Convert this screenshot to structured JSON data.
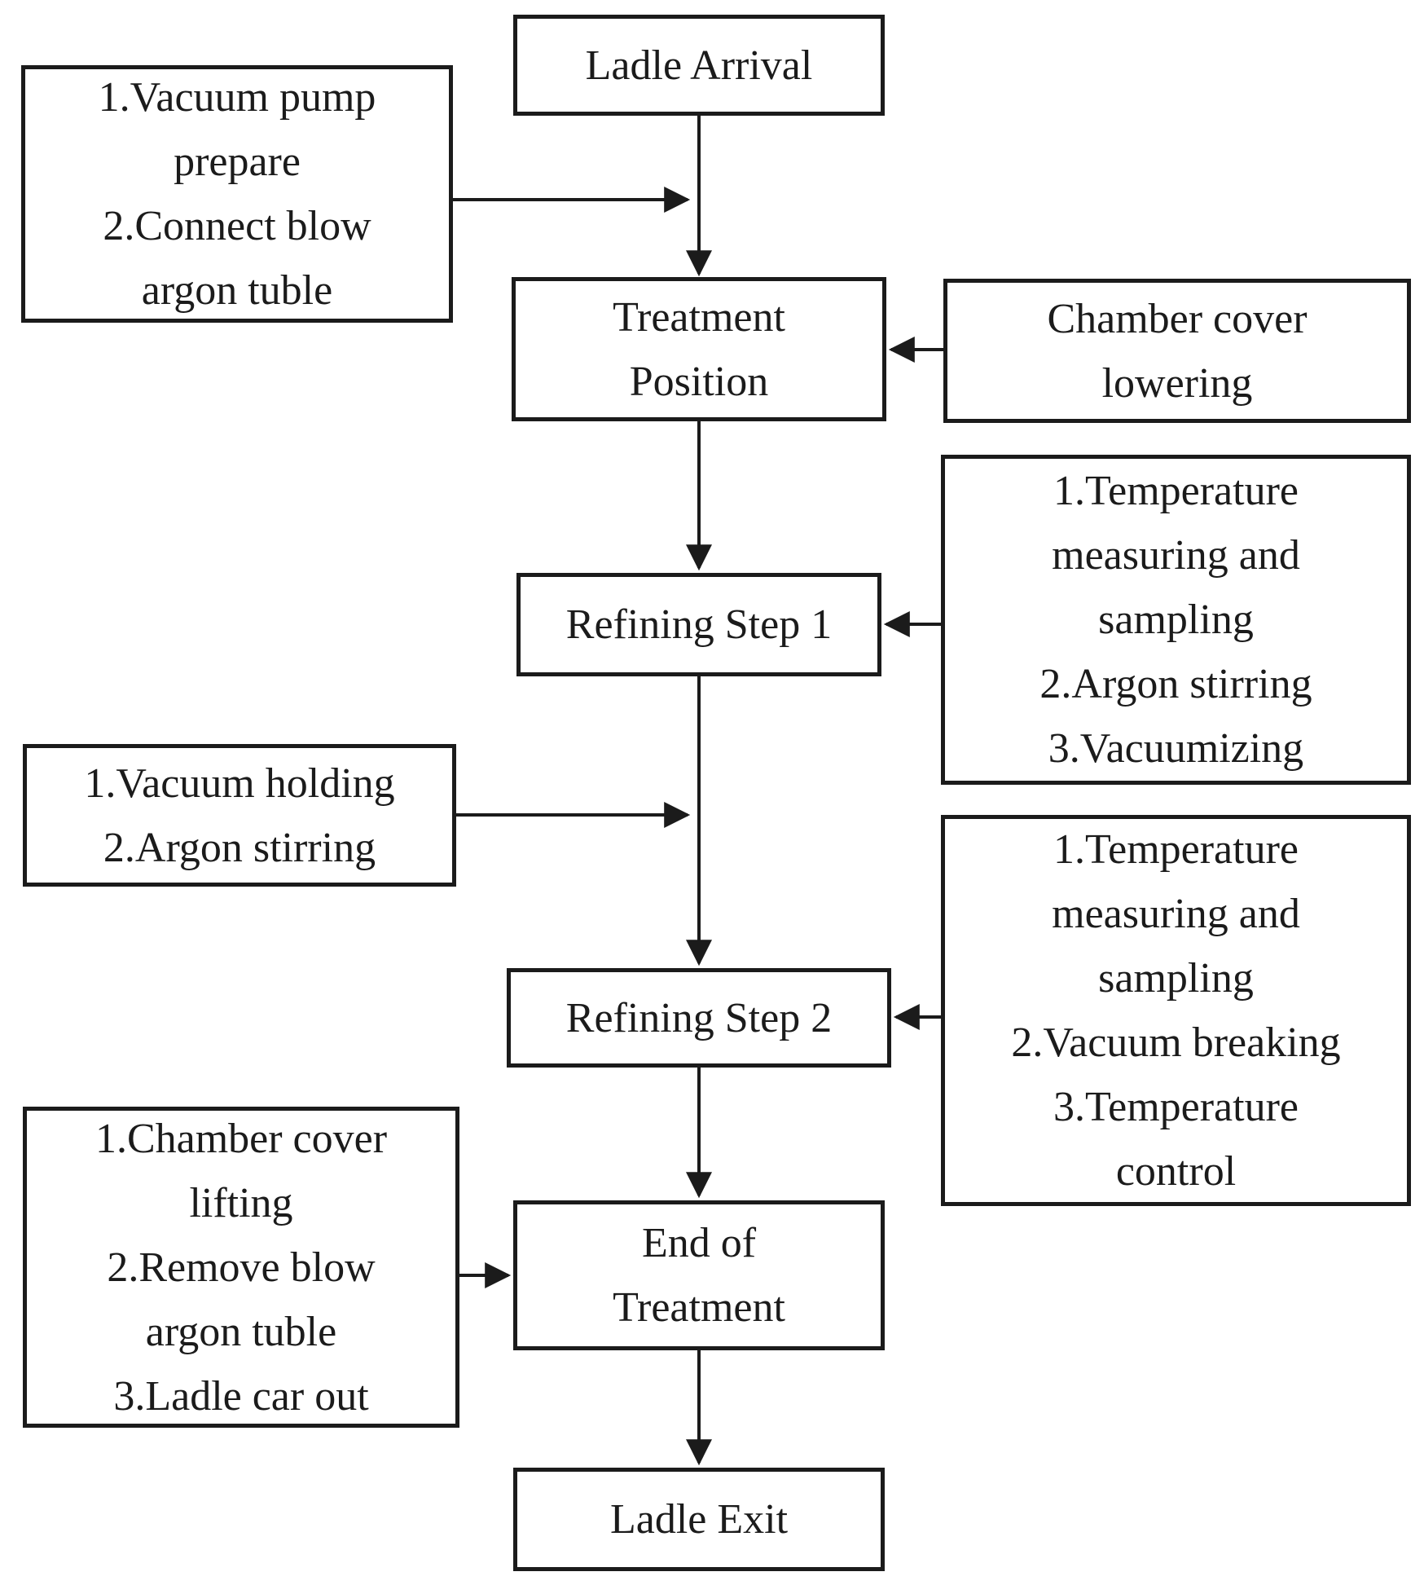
{
  "diagram": {
    "title": "Ladle vacuum treatment process flowchart",
    "colors": {
      "line": "#1b1b1b",
      "text": "#1b1b1b",
      "box_background": "#ffffff",
      "page_background": "#ffffff"
    },
    "nodes": {
      "ladle_arrival": {
        "label": "Ladle Arrival"
      },
      "treatment_position": {
        "label": "Treatment\nPosition"
      },
      "refining_step_1": {
        "label": "Refining Step 1"
      },
      "refining_step_2": {
        "label": "Refining Step 2"
      },
      "end_of_treatment": {
        "label": "End of\nTreatment"
      },
      "ladle_exit": {
        "label": "Ladle Exit"
      },
      "vacuum_pump_prepare": {
        "label": "1.Vacuum pump\nprepare\n2.Connect blow\nargon tuble"
      },
      "vacuum_holding": {
        "label": "1.Vacuum holding\n2.Argon stirring"
      },
      "chamber_cover_lifting": {
        "label": "1.Chamber cover\nlifting\n2.Remove blow\nargon tuble\n3.Ladle car out"
      },
      "chamber_cover_lowering": {
        "label": "Chamber cover\nlowering"
      },
      "refining1_actions": {
        "label": "1.Temperature\nmeasuring and\nsampling\n2.Argon stirring\n3.Vacuumizing"
      },
      "refining2_actions": {
        "label": "1.Temperature\nmeasuring and\nsampling\n2.Vacuum breaking\n3.Temperature\ncontrol"
      }
    },
    "edges": [
      {
        "from": "ladle_arrival",
        "to": "treatment_position"
      },
      {
        "from": "vacuum_pump_prepare",
        "to": "treatment_position"
      },
      {
        "from": "chamber_cover_lowering",
        "to": "treatment_position"
      },
      {
        "from": "treatment_position",
        "to": "refining_step_1"
      },
      {
        "from": "refining1_actions",
        "to": "refining_step_1"
      },
      {
        "from": "refining_step_1",
        "to": "refining_step_2"
      },
      {
        "from": "vacuum_holding",
        "to": "refining_step_2"
      },
      {
        "from": "refining2_actions",
        "to": "refining_step_2"
      },
      {
        "from": "refining_step_2",
        "to": "end_of_treatment"
      },
      {
        "from": "chamber_cover_lifting",
        "to": "end_of_treatment"
      },
      {
        "from": "end_of_treatment",
        "to": "ladle_exit"
      }
    ]
  }
}
